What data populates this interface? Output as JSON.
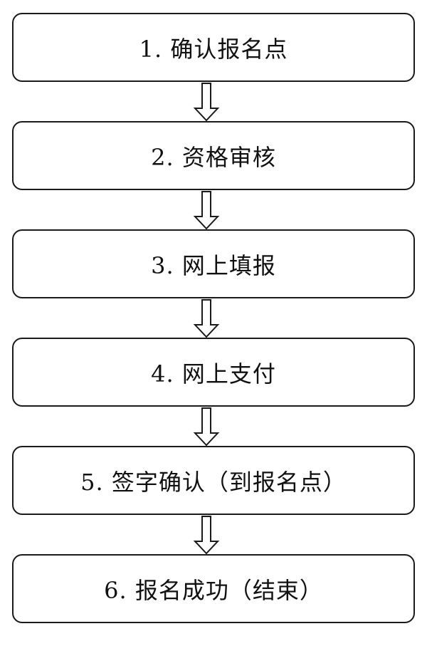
{
  "flowchart": {
    "steps": [
      {
        "label": "1. 确认报名点"
      },
      {
        "label": "2. 资格审核"
      },
      {
        "label": "3. 网上填报"
      },
      {
        "label": "4. 网上支付"
      },
      {
        "label": "5. 签字确认（到报名点）"
      },
      {
        "label": "6. 报名成功（结束）"
      }
    ],
    "colors": {
      "stroke": "#1a1a1a",
      "text": "#111111",
      "background": "#ffffff"
    },
    "arrow_icon": "hollow-down-arrow-icon"
  }
}
